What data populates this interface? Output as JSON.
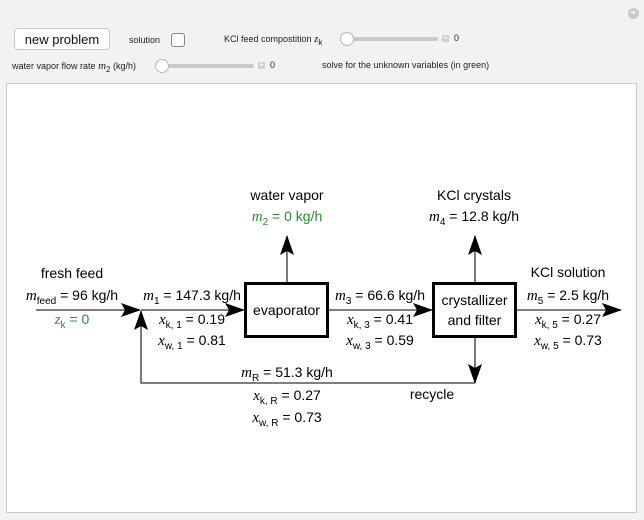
{
  "controls": {
    "new_problem_label": "new problem",
    "solution_label": "solution",
    "solution_checked": false,
    "kcl_feed_label": "KCl feed compostition",
    "kcl_feed_symbol": "z",
    "kcl_feed_sub": "k",
    "kcl_feed_value": "0",
    "water_vapor_label": "water vapor flow rate",
    "water_vapor_symbol": "m",
    "water_vapor_sub": "2",
    "water_vapor_unit": "(kg/h)",
    "water_vapor_value": "0",
    "instruction": "solve for the unknown variables (in green)"
  },
  "colors": {
    "unknown_green": "#2e8b2e",
    "background": "#f2f2f2",
    "panel": "#ffffff"
  },
  "diagram": {
    "units": {
      "evaporator": "evaporator",
      "crystallizer_line1": "crystallizer",
      "crystallizer_line2": "and filter"
    },
    "fresh_feed": {
      "title": "fresh feed",
      "m_sym": "m",
      "m_sub": "feed",
      "m_val": " = 96 kg/h",
      "z_sym": "z",
      "z_sub": "k",
      "z_val": " = 0"
    },
    "stream1": {
      "m_sym": "m",
      "m_sub": "1",
      "m_val": " = 147.3 kg/h",
      "xk_sym": "x",
      "xk_sub": "k, 1",
      "xk_val": " = 0.19",
      "xw_sym": "x",
      "xw_sub": "w, 1",
      "xw_val": " = 0.81"
    },
    "water_vapor": {
      "title": "water vapor",
      "m_sym": "m",
      "m_sub": "2",
      "m_val": " = 0 kg/h"
    },
    "stream3": {
      "m_sym": "m",
      "m_sub": "3",
      "m_val": " = 66.6 kg/h",
      "xk_sym": "x",
      "xk_sub": "k, 3",
      "xk_val": " = 0.41",
      "xw_sym": "x",
      "xw_sub": "w, 3",
      "xw_val": " = 0.59"
    },
    "kcl_crystals": {
      "title": "KCl crystals",
      "m_sym": "m",
      "m_sub": "4",
      "m_val": " = 12.8 kg/h"
    },
    "kcl_solution": {
      "title": "KCl solution",
      "m_sym": "m",
      "m_sub": "5",
      "m_val": " = 2.5 kg/h",
      "xk_sym": "x",
      "xk_sub": "k, 5",
      "xk_val": " = 0.27",
      "xw_sym": "x",
      "xw_sub": "w, 5",
      "xw_val": " = 0.73"
    },
    "recycle": {
      "title": "recycle",
      "m_sym": "m",
      "m_sub": "R",
      "m_val": " = 51.3 kg/h",
      "xk_sym": "x",
      "xk_sub": "k, R",
      "xk_val": " = 0.27",
      "xw_sym": "x",
      "xw_sub": "w, R",
      "xw_val": " = 0.73"
    }
  }
}
